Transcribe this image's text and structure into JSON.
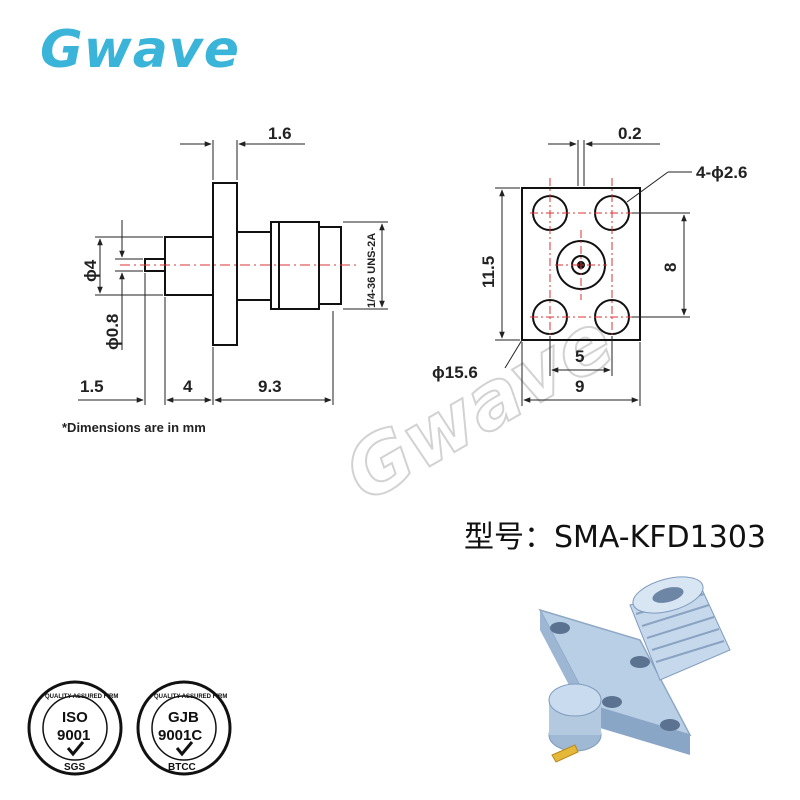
{
  "brand": {
    "logo_text": "Gwave",
    "watermark_text": "Gwave"
  },
  "side_view": {
    "dim_flange_thickness": "1.6",
    "dim_body_dia": "ϕ4",
    "dim_pin_dia": "ϕ0.8",
    "dim_pin_length": "1.5",
    "dim_body_length": "4",
    "dim_thread_length": "9.3",
    "thread_label": "1/4-36 UNS-2A"
  },
  "front_view": {
    "dim_offset": "0.2",
    "dim_holes": "4-ϕ2.6",
    "dim_height": "11.5",
    "dim_hole_spacing_v": "8",
    "dim_hole_spacing_h": "5",
    "dim_width": "9",
    "dim_diag": "ϕ15.6"
  },
  "note": "*Dimensions are in mm",
  "model_label": "型号：SMA-KFD1303",
  "certifications": [
    {
      "ring_text": "QUALITY ASSURED FIRM",
      "code": "ISO",
      "number": "9001",
      "body": "SGS"
    },
    {
      "ring_text": "QUALITY ASSURED FIRM",
      "code": "GJB",
      "number": "9001C",
      "body": "BTCC"
    }
  ]
}
